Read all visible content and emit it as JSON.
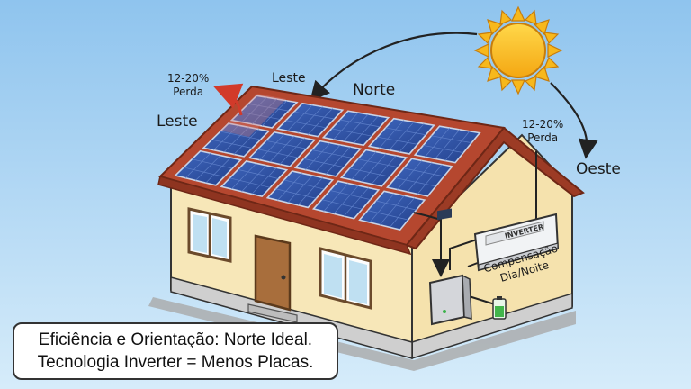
{
  "labels": {
    "loss_top": "12-20%\nPerda",
    "leste_arrow": "Leste",
    "norte": "Norte",
    "leste_roof": "Leste",
    "loss_right": "12-20%\nPerda",
    "oeste": "Oeste",
    "inverter_brand": "INVERTER",
    "compensacao": "Compensação\nDia/Noite"
  },
  "caption": {
    "line1": "Eficiência e Orientação: Norte Ideal.",
    "line2": "Tecnologia Inverter = Menos Placas."
  },
  "colors": {
    "sky_top": "#8fc4ee",
    "sky_bottom": "#d6ecfa",
    "wall": "#f7e7b8",
    "roof": "#b5472f",
    "panel": "#2f55a8",
    "sun": "#f7b81c",
    "loss_arrow": "#d23a2a"
  }
}
